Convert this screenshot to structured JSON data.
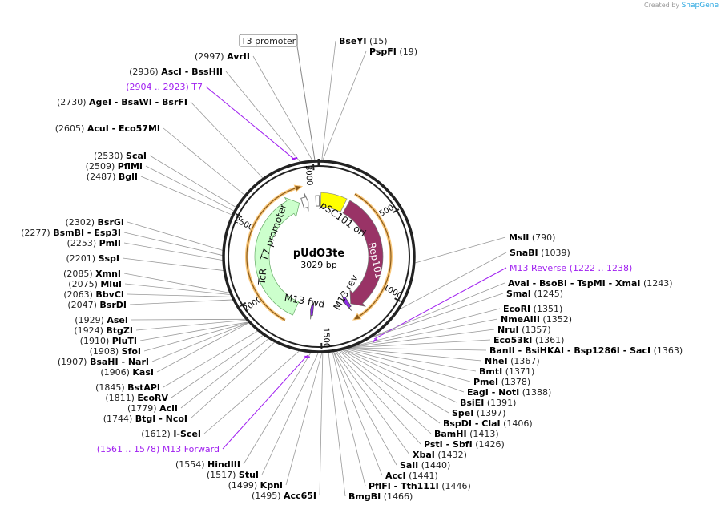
{
  "credit": {
    "prefix": "Created by",
    "brand": "SnapGene"
  },
  "plasmid": {
    "name": "pUdO3te",
    "length_label": "3029 bp",
    "length": 3029
  },
  "ticks": [
    "500",
    "1000",
    "1500",
    "2000",
    "2500",
    "3000"
  ],
  "features": {
    "pSC101_ori": {
      "label": "pSC101 ori",
      "color": "#ffff00"
    },
    "Rep101": {
      "label": "Rep101",
      "color": "#993366"
    },
    "TcR": {
      "label": "TcR",
      "color": "#ccffcc"
    },
    "T7_promoter": {
      "label": "T7 promoter"
    },
    "M13_fwd": {
      "label": "M13 fwd",
      "color": "#8a2be2"
    },
    "M13_rev": {
      "label": "M13 rev",
      "color": "#8a2be2"
    },
    "T3_promoter": {
      "label": "T3 promoter"
    }
  },
  "left_sites": [
    {
      "pos": "(2997)",
      "names": [
        "AvrII"
      ],
      "at": 2997
    },
    {
      "pos": "(2936)",
      "names": [
        "AscI",
        "BssHII"
      ],
      "at": 2936
    },
    {
      "pos": "(2904 .. 2923)",
      "names": [
        "T7"
      ],
      "at": 2913,
      "primer": true
    },
    {
      "pos": "(2730)",
      "names": [
        "AgeI",
        "BsaWI",
        "BsrFI"
      ],
      "at": 2730
    },
    {
      "pos": "(2605)",
      "names": [
        "AcuI",
        "Eco57MI"
      ],
      "at": 2605
    },
    {
      "pos": "(2530)",
      "names": [
        "ScaI"
      ],
      "at": 2530
    },
    {
      "pos": "(2509)",
      "names": [
        "PflMI"
      ],
      "at": 2509
    },
    {
      "pos": "(2487)",
      "names": [
        "BglI"
      ],
      "at": 2487
    },
    {
      "pos": "(2302)",
      "names": [
        "BsrGI"
      ],
      "at": 2302
    },
    {
      "pos": "(2277)",
      "names": [
        "BsmBI",
        "Esp3I"
      ],
      "at": 2277
    },
    {
      "pos": "(2253)",
      "names": [
        "PmlI"
      ],
      "at": 2253
    },
    {
      "pos": "(2201)",
      "names": [
        "SspI"
      ],
      "at": 2201
    },
    {
      "pos": "(2085)",
      "names": [
        "XmnI"
      ],
      "at": 2085
    },
    {
      "pos": "(2075)",
      "names": [
        "MluI"
      ],
      "at": 2075
    },
    {
      "pos": "(2063)",
      "names": [
        "BbvCI"
      ],
      "at": 2063
    },
    {
      "pos": "(2047)",
      "names": [
        "BsrDI"
      ],
      "at": 2047
    },
    {
      "pos": "(1929)",
      "names": [
        "AseI"
      ],
      "at": 1929
    },
    {
      "pos": "(1924)",
      "names": [
        "BtgZI"
      ],
      "at": 1924
    },
    {
      "pos": "(1910)",
      "names": [
        "PluTI"
      ],
      "at": 1910
    },
    {
      "pos": "(1908)",
      "names": [
        "SfoI"
      ],
      "at": 1908
    },
    {
      "pos": "(1907)",
      "names": [
        "BsaHI",
        "NarI"
      ],
      "at": 1907
    },
    {
      "pos": "(1906)",
      "names": [
        "KasI"
      ],
      "at": 1906
    },
    {
      "pos": "(1845)",
      "names": [
        "BstAPI"
      ],
      "at": 1845
    },
    {
      "pos": "(1811)",
      "names": [
        "EcoRV"
      ],
      "at": 1811
    },
    {
      "pos": "(1779)",
      "names": [
        "AclI"
      ],
      "at": 1779
    },
    {
      "pos": "(1744)",
      "names": [
        "BtgI",
        "NcoI"
      ],
      "at": 1744
    },
    {
      "pos": "(1612)",
      "names": [
        "I-SceI"
      ],
      "at": 1612
    },
    {
      "pos": "(1561 .. 1578)",
      "names": [
        "M13 Forward"
      ],
      "at": 1570,
      "primer": true
    },
    {
      "pos": "(1554)",
      "names": [
        "HindIII"
      ],
      "at": 1554
    },
    {
      "pos": "(1517)",
      "names": [
        "StuI"
      ],
      "at": 1517
    },
    {
      "pos": "(1499)",
      "names": [
        "KpnI"
      ],
      "at": 1499
    },
    {
      "pos": "(1495)",
      "names": [
        "Acc65I"
      ],
      "at": 1495
    }
  ],
  "right_sites": [
    {
      "pos": "(15)",
      "names": [
        "BseYI"
      ],
      "at": 15
    },
    {
      "pos": "(19)",
      "names": [
        "PspFI"
      ],
      "at": 19
    },
    {
      "pos": "(790)",
      "names": [
        "MslI"
      ],
      "at": 790
    },
    {
      "pos": "(1039)",
      "names": [
        "SnaBI"
      ],
      "at": 1039
    },
    {
      "pos": "(1222 .. 1238)",
      "names": [
        "M13 Reverse"
      ],
      "at": 1230,
      "primer": true
    },
    {
      "pos": "(1243)",
      "names": [
        "AvaI",
        "BsoBI",
        "TspMI",
        "XmaI"
      ],
      "at": 1243
    },
    {
      "pos": "(1245)",
      "names": [
        "SmaI"
      ],
      "at": 1245
    },
    {
      "pos": "(1351)",
      "names": [
        "EcoRI"
      ],
      "at": 1351
    },
    {
      "pos": "(1352)",
      "names": [
        "NmeAIII"
      ],
      "at": 1352
    },
    {
      "pos": "(1357)",
      "names": [
        "NruI"
      ],
      "at": 1357
    },
    {
      "pos": "(1361)",
      "names": [
        "Eco53kI"
      ],
      "at": 1361
    },
    {
      "pos": "(1363)",
      "names": [
        "BanII",
        "BsiHKAI",
        "Bsp1286I",
        "SacI"
      ],
      "at": 1363
    },
    {
      "pos": "(1367)",
      "names": [
        "NheI"
      ],
      "at": 1367
    },
    {
      "pos": "(1371)",
      "names": [
        "BmtI"
      ],
      "at": 1371
    },
    {
      "pos": "(1378)",
      "names": [
        "PmeI"
      ],
      "at": 1378
    },
    {
      "pos": "(1388)",
      "names": [
        "EagI",
        "NotI"
      ],
      "at": 1388
    },
    {
      "pos": "(1391)",
      "names": [
        "BsiEI"
      ],
      "at": 1391
    },
    {
      "pos": "(1397)",
      "names": [
        "SpeI"
      ],
      "at": 1397
    },
    {
      "pos": "(1406)",
      "names": [
        "BspDI",
        "ClaI"
      ],
      "at": 1406
    },
    {
      "pos": "(1413)",
      "names": [
        "BamHI"
      ],
      "at": 1413
    },
    {
      "pos": "(1426)",
      "names": [
        "PstI",
        "SbfI"
      ],
      "at": 1426
    },
    {
      "pos": "(1432)",
      "names": [
        "XbaI"
      ],
      "at": 1432
    },
    {
      "pos": "(1440)",
      "names": [
        "SalI"
      ],
      "at": 1440
    },
    {
      "pos": "(1441)",
      "names": [
        "AccI"
      ],
      "at": 1441
    },
    {
      "pos": "(1446)",
      "names": [
        "PflFI",
        "Tth111I"
      ],
      "at": 1446
    },
    {
      "pos": "(1466)",
      "names": [
        "BmgBI"
      ],
      "at": 1466
    }
  ]
}
